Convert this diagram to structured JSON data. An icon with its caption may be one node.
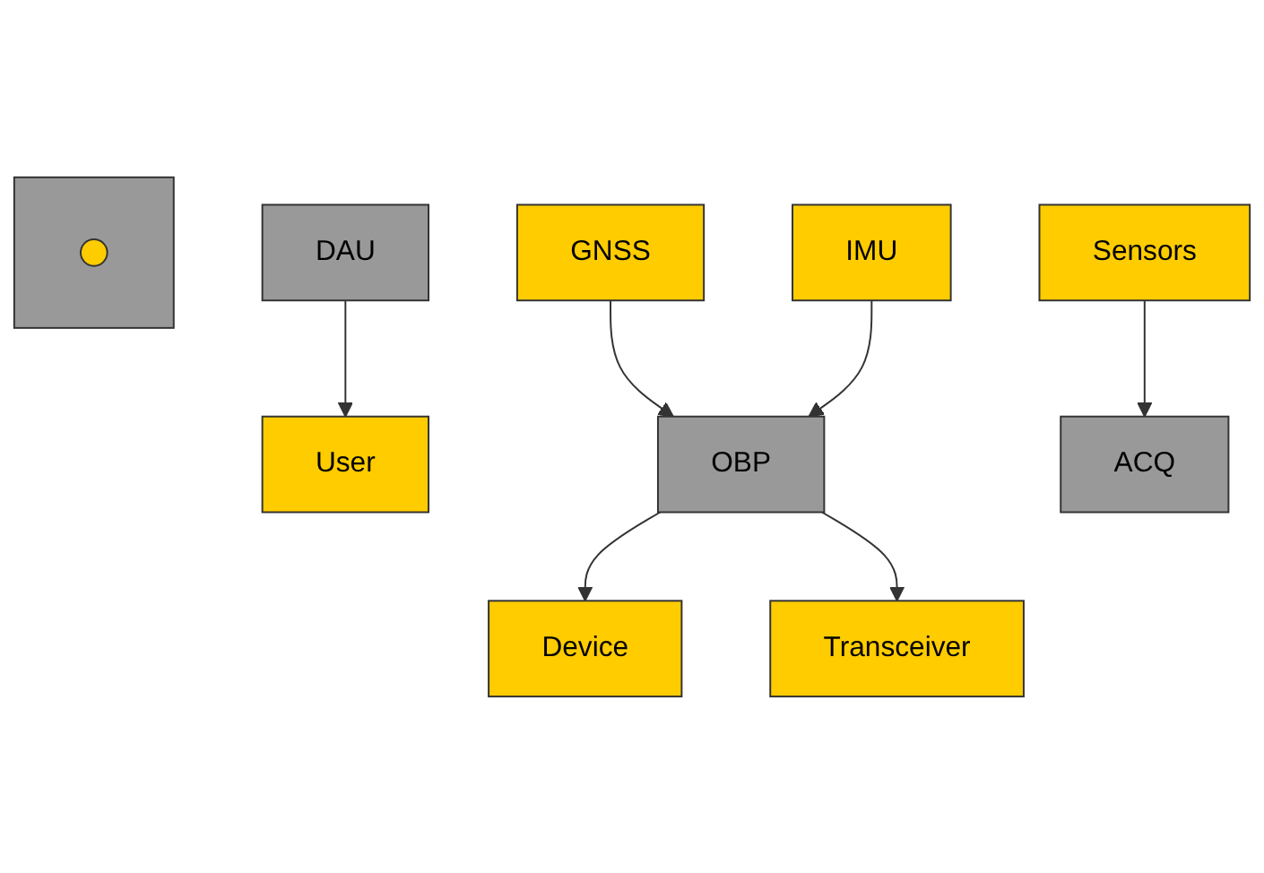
{
  "diagram": {
    "nodes": [
      {
        "text": [
          "GNSS"
        ]
      },
      {
        "text": [
          "IMU"
        ]
      },
      {
        "text": [
          "Device"
        ]
      },
      {
        "text": [
          "Sensors"
        ]
      },
      {
        "text": [
          "User"
        ]
      },
      {
        "text": [
          "DAU"
        ]
      },
      {
        "text": [
          "OBP"
        ]
      },
      {
        "text": [
          "ACQ"
        ]
      },
      {
        "text": [],
        "shape": "box"
      },
      {
        "text": [],
        "shape": "circle",
        "in": 8
      },
      {
        "text": [
          "Transceiver"
        ]
      }
    ],
    "edges": [
      {
        "from": 0,
        "to": 6,
        "arrow": "to"
      },
      {
        "from": 1,
        "to": 6,
        "arrow": "to"
      },
      {
        "from": 6,
        "to": 2,
        "arrow": "to"
      },
      {
        "from": 3,
        "to": 7,
        "arrow": "to"
      },
      {
        "from": 5,
        "to": 4,
        "arrow": "to"
      },
      {
        "from": 6,
        "to": 10,
        "arrow": "to"
      }
    ]
  }
}
